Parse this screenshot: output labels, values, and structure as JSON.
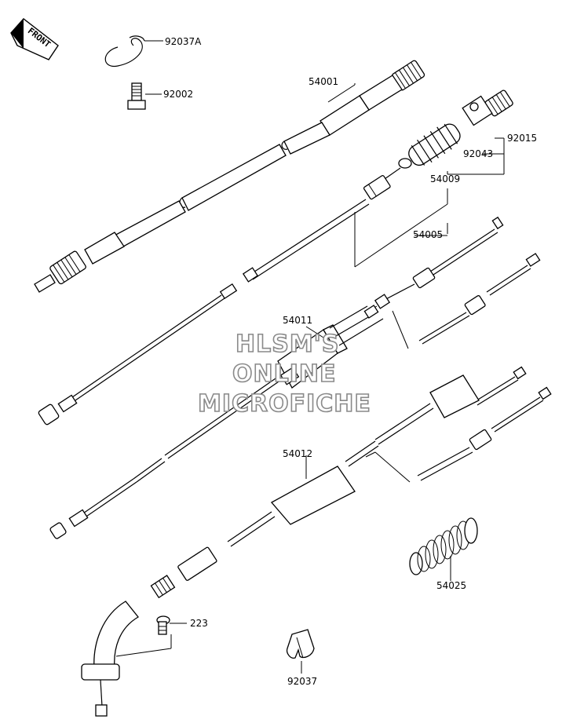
{
  "front_badge": {
    "text": "FRONT"
  },
  "watermark": {
    "lines": [
      "HLSM'S",
      "ONLINE",
      "MICROFICHE"
    ]
  },
  "parts": {
    "p92037A": "92037A",
    "p92002": "92002",
    "p54001": "54001",
    "p92015": "92015",
    "p92043": "92043",
    "p54009": "54009",
    "p54005": "54005",
    "p54011": "54011",
    "p54012": "54012",
    "p54025": "54025",
    "p223": "223",
    "p92037": "92037"
  }
}
